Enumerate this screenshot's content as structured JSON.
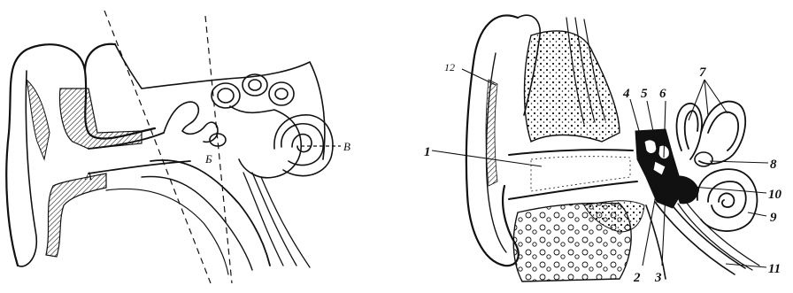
{
  "left_figure": {
    "labels": {
      "a": "А",
      "b": "Б",
      "v": "В"
    }
  },
  "right_figure": {
    "labels": {
      "l1": "1",
      "l2": "2",
      "l3": "3",
      "l4": "4",
      "l5": "5",
      "l6": "6",
      "l7": "7",
      "l8": "8",
      "l9": "9",
      "l10": "10",
      "l11": "11",
      "l12": "12"
    }
  }
}
